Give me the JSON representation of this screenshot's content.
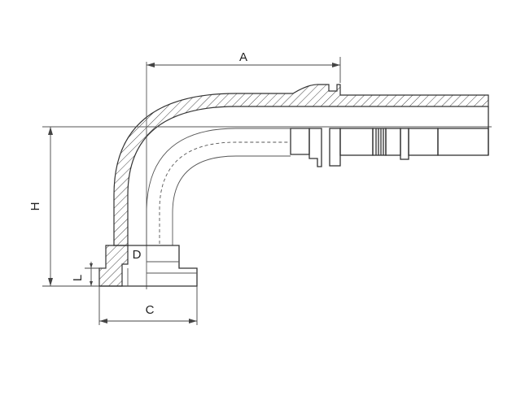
{
  "dimensions": {
    "A": "A",
    "H": "H",
    "D": "D",
    "L": "L",
    "C": "C"
  },
  "colors": {
    "line": "#333333",
    "background": "#ffffff"
  }
}
